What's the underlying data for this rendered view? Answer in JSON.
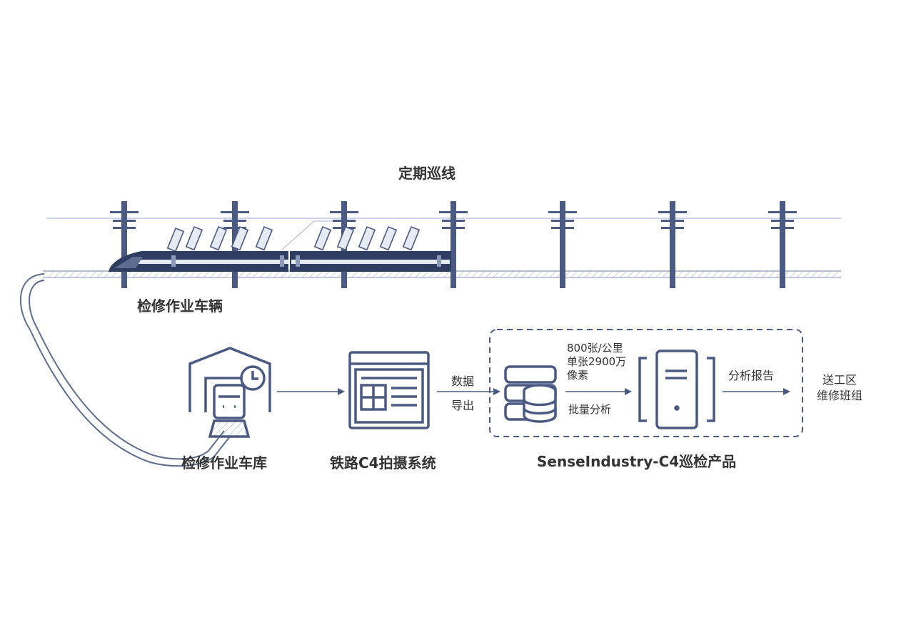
{
  "diagram": {
    "title": "定期巡线",
    "vehicle_label": "检修作业车辆",
    "depot_label": "检修作业车库",
    "camera_system_label": "铁路C4拍摄系统",
    "export_label": [
      "数据",
      "导出"
    ],
    "specs": [
      "800张/公里",
      "单张2900万",
      "像素"
    ],
    "batch_label": "批量分析",
    "report_label": "分析报告",
    "destination_label": [
      "送工区",
      "维修班组"
    ],
    "product_label": "SenseIndustry-C4巡检产品",
    "colors": {
      "icon": "#4a5a82",
      "line": "#7a8fb5",
      "text": "#333333",
      "dash": "#4a5a82"
    }
  }
}
